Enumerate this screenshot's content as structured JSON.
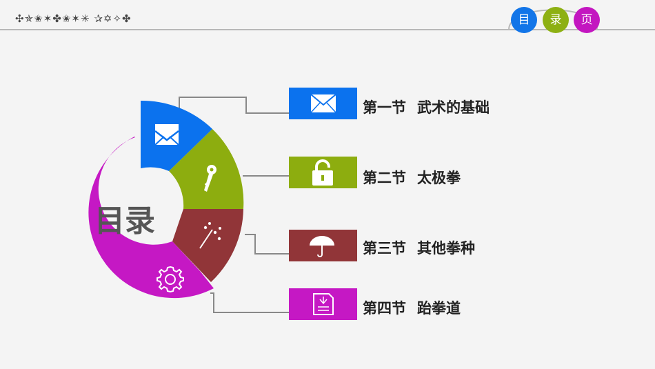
{
  "header": {
    "decoration": "✣✯✬✶✤✬✶✳ ✰✡✧✤",
    "tabs": [
      {
        "label": "目",
        "color": "#1275e8"
      },
      {
        "label": "录",
        "color": "#8db013"
      },
      {
        "label": "页",
        "color": "#c316c0"
      }
    ]
  },
  "center": {
    "title": "目录"
  },
  "colors": {
    "blue": "#0b72ee",
    "green": "#8dad0f",
    "red": "#913538",
    "magenta": "#c518c4",
    "connector": "#888888"
  },
  "items": [
    {
      "section": "第一节",
      "title": "武术的基础",
      "icon": "envelope-icon",
      "color": "#0b72ee"
    },
    {
      "section": "第二节",
      "title": "太极拳",
      "icon": "padlock-icon",
      "color": "#8dad0f"
    },
    {
      "section": "第三节",
      "title": "其他拳种",
      "icon": "umbrella-icon",
      "color": "#913538"
    },
    {
      "section": "第四节",
      "title": "跆拳道",
      "icon": "document-icon",
      "color": "#c518c4"
    }
  ],
  "wheel_icons": [
    "envelope-icon",
    "key-icon",
    "magic-wand-icon",
    "gear-icon"
  ]
}
